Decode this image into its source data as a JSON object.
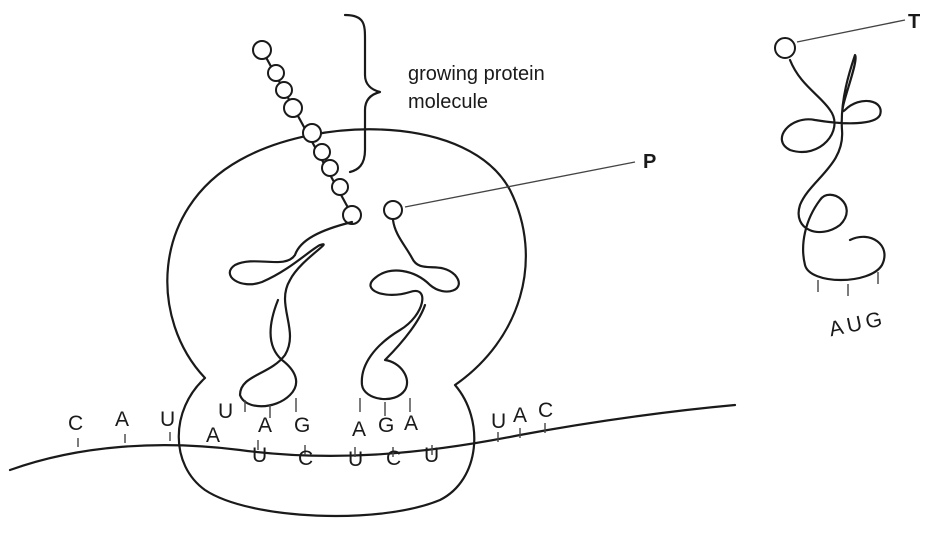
{
  "labels": {
    "growing_protein_line1": "growing protein",
    "growing_protein_line2": "molecule",
    "P": "P",
    "T": "T"
  },
  "mrna_bases": [
    "C",
    "A",
    "U",
    "A",
    "U",
    "C",
    "U",
    "C",
    "U",
    "U",
    "A",
    "C"
  ],
  "codon_A_tRNA": [
    "U",
    "A",
    "G"
  ],
  "codon_P_tRNA": [
    "A",
    "G",
    "A"
  ],
  "free_tRNA_anticodon": "AUG"
}
